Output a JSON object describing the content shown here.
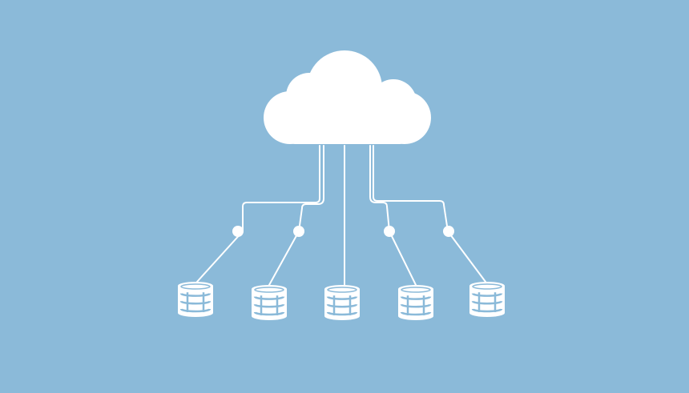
{
  "colors": {
    "background": "#8bbad9",
    "foreground": "#ffffff"
  },
  "diagram": {
    "root": {
      "name": "cloud",
      "icon": "cloud-icon"
    },
    "children": [
      {
        "id": 1,
        "icon": "database-icon",
        "junction": true
      },
      {
        "id": 2,
        "icon": "database-icon",
        "junction": true
      },
      {
        "id": 3,
        "icon": "database-icon",
        "junction": false
      },
      {
        "id": 4,
        "icon": "database-icon",
        "junction": true
      },
      {
        "id": 5,
        "icon": "database-icon",
        "junction": true
      }
    ]
  }
}
